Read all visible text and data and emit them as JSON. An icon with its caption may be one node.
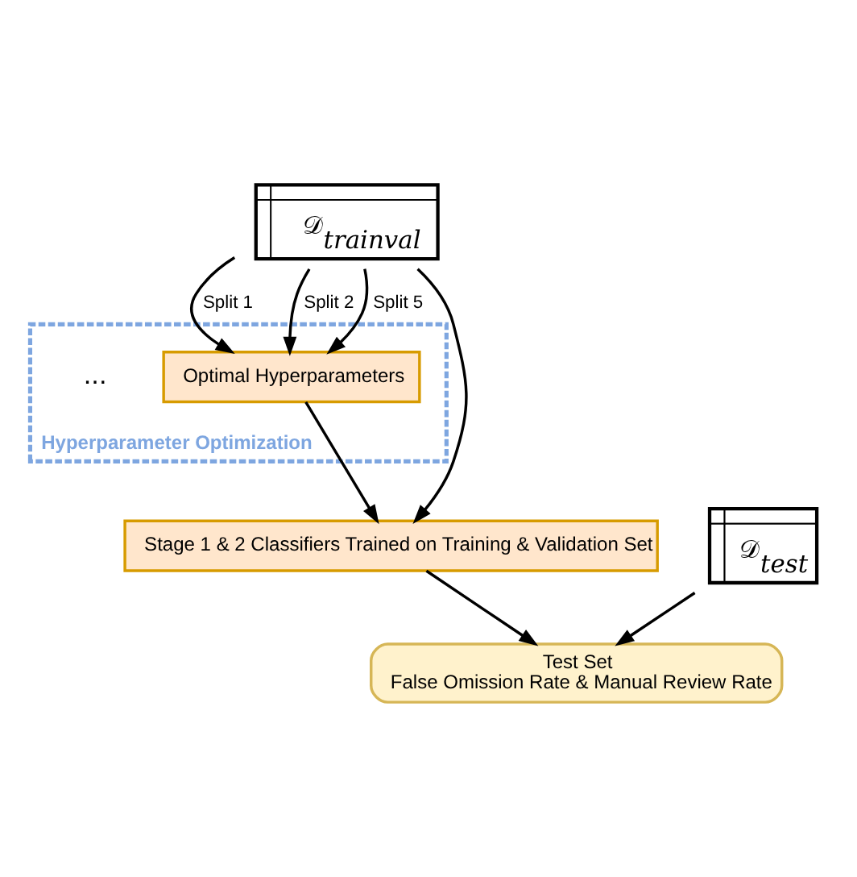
{
  "diagram": {
    "nodes": [
      {
        "text": [
          "𝒟$_{trainval}$"
        ]
      },
      {
        "text": [
          "Hyperparameter Optimization"
        ]
      },
      {
        "text": [
          "Optimal Hyperparameters"
        ],
        "in": 1
      },
      {
        "text": [
          "Stage 1 & 2 Classifiers Trained on Training & Validation Set"
        ]
      },
      {
        "text": [
          "𝒟$_{test}$"
        ]
      },
      {
        "text": [
          "Test Set",
          "False Omission Rate & Manual Review Rate"
        ]
      }
    ],
    "edges": [
      {
        "from": 0,
        "to": 2,
        "arrow": "to",
        "label": "Split 1"
      },
      {
        "from": 0,
        "to": 2,
        "arrow": "to",
        "label": "Split 2"
      },
      {
        "from": 0,
        "to": 2,
        "arrow": "to",
        "label": "Split 5"
      },
      {
        "from": 2,
        "to": 3,
        "arrow": "to"
      },
      {
        "from": 0,
        "to": 3,
        "arrow": "to"
      },
      {
        "from": 3,
        "to": 5,
        "arrow": "to"
      },
      {
        "from": 4,
        "to": 5,
        "arrow": "to"
      }
    ],
    "labels": [
      "..."
    ]
  }
}
